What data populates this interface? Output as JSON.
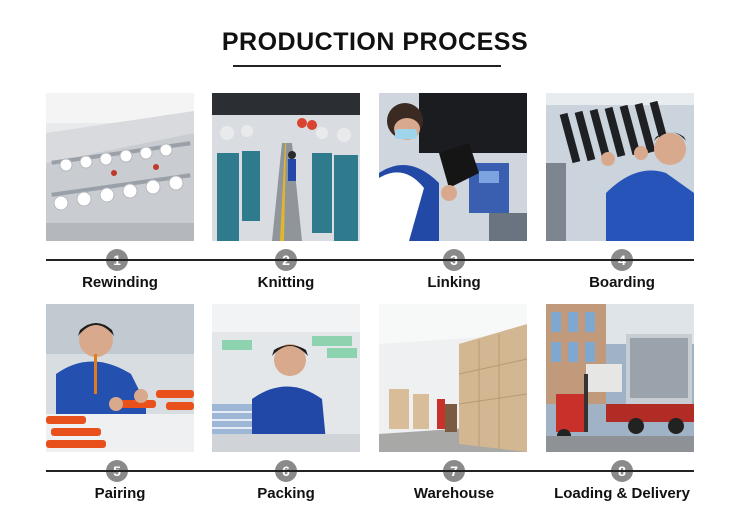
{
  "title": "PRODUCTION PROCESS",
  "steps": [
    {
      "number": "1",
      "label": "Rewinding",
      "image": "rewinding-machines-photo"
    },
    {
      "number": "2",
      "label": "Knitting",
      "image": "knitting-floor-photo"
    },
    {
      "number": "3",
      "label": "Linking",
      "image": "linking-worker-photo"
    },
    {
      "number": "4",
      "label": "Boarding",
      "image": "boarding-worker-photo"
    },
    {
      "number": "5",
      "label": "Pairing",
      "image": "pairing-worker-photo"
    },
    {
      "number": "6",
      "label": "Packing",
      "image": "packing-worker-photo"
    },
    {
      "number": "7",
      "label": "Warehouse",
      "image": "warehouse-boxes-photo"
    },
    {
      "number": "8",
      "label": "Loading & Delivery",
      "image": "loading-truck-photo"
    }
  ]
}
